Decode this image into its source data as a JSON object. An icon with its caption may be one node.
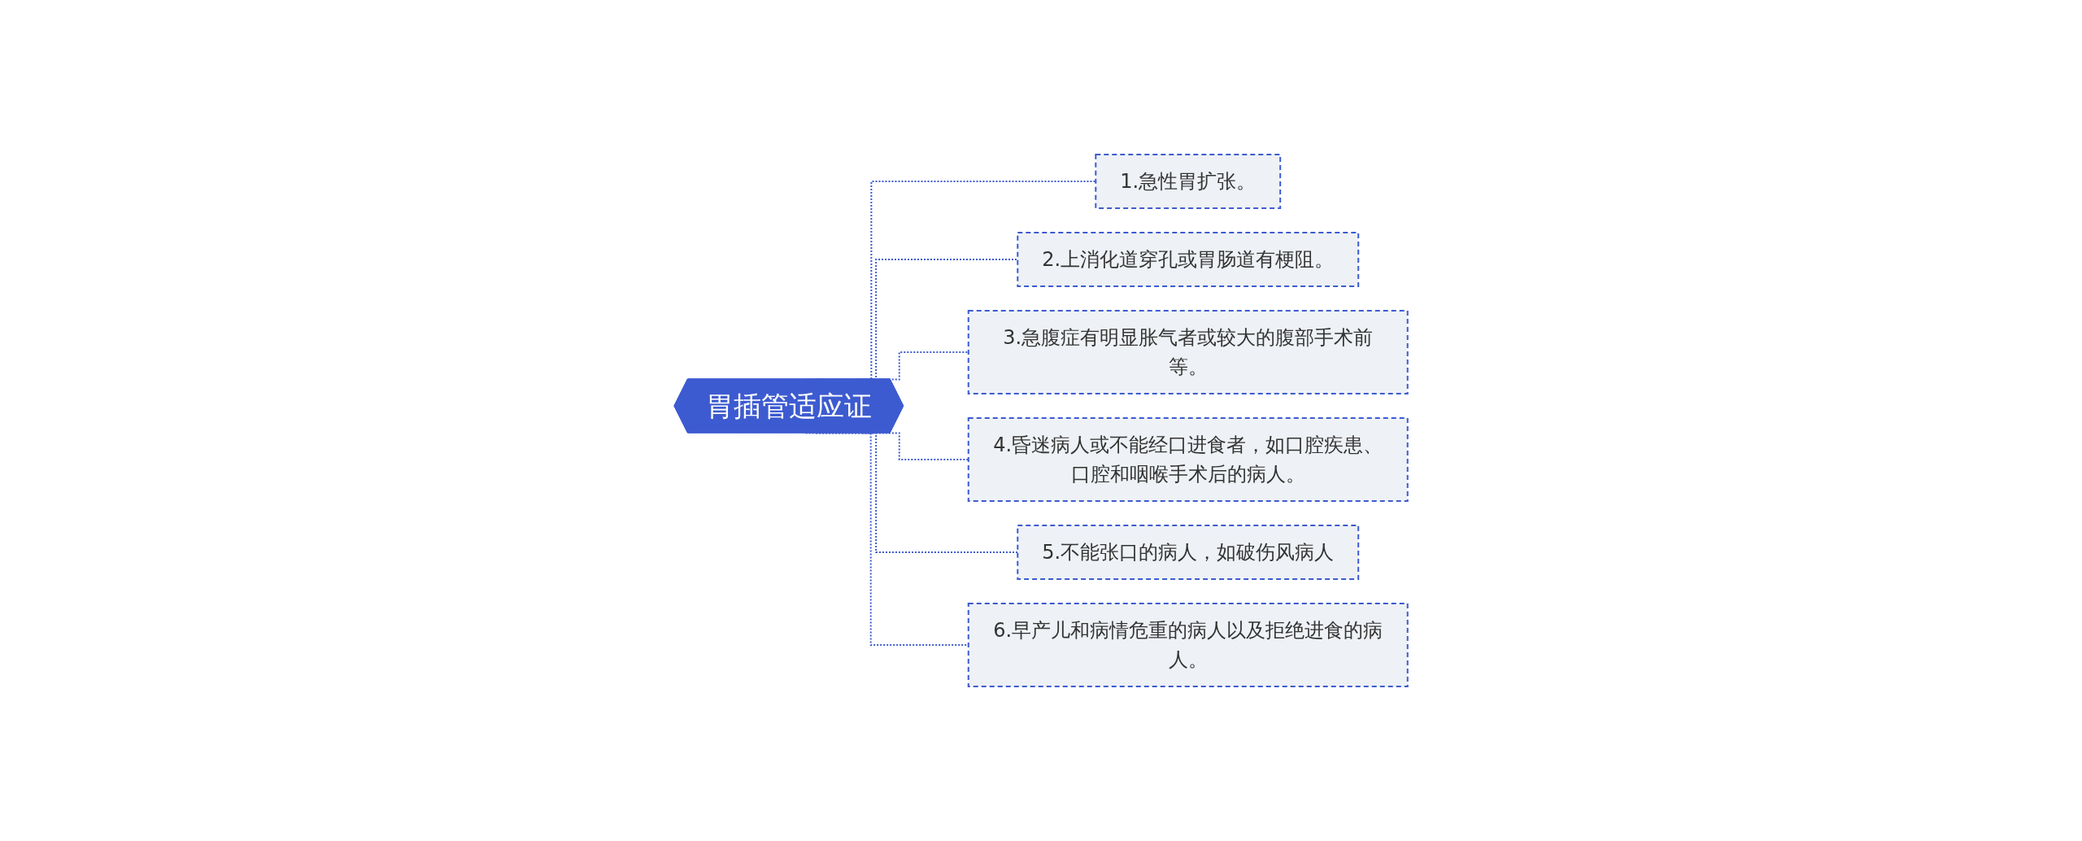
{
  "diagram": {
    "nodes": [
      {
        "text": [
          "胃插管适应证"
        ]
      },
      {
        "text": [
          "1.急性胃扩张。"
        ]
      },
      {
        "text": [
          "2.上消化道穿孔或胃肠道有梗阻。"
        ]
      },
      {
        "text": [
          "3.急腹症有明显胀气者或较大的腹部手术前等。"
        ]
      },
      {
        "text": [
          "4.昏迷病人或不能经口进食者，如口腔疾患、口腔和咽喉手术后的病人。"
        ]
      },
      {
        "text": [
          "5.不能张口的病人，如破伤风病人"
        ]
      },
      {
        "text": [
          "6.早产儿和病情危重的病人以及拒绝进食的病人。"
        ]
      }
    ],
    "edges": [
      {
        "from": 0,
        "to": 1,
        "arrow": "none",
        "style": "dashed"
      },
      {
        "from": 0,
        "to": 2,
        "arrow": "none",
        "style": "dashed"
      },
      {
        "from": 0,
        "to": 3,
        "arrow": "none",
        "style": "dashed"
      },
      {
        "from": 0,
        "to": 4,
        "arrow": "none",
        "style": "dashed"
      },
      {
        "from": 0,
        "to": 5,
        "arrow": "none",
        "style": "dashed"
      },
      {
        "from": 0,
        "to": 6,
        "arrow": "none",
        "style": "dashed"
      }
    ]
  }
}
